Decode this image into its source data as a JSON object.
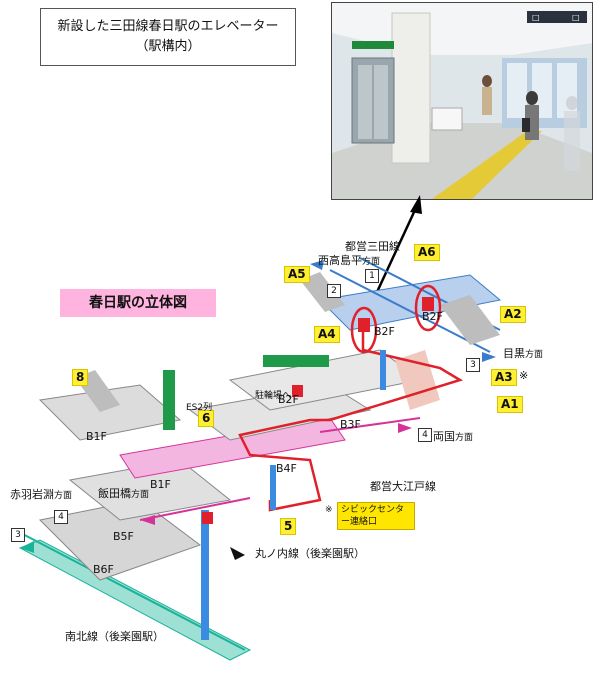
{
  "caption": {
    "line1": "新設した三田線春日駅のエレベーター",
    "line2": "（駅構内）"
  },
  "photo": {
    "sign_left": "□",
    "sign_right": "□"
  },
  "diagram": {
    "title": "春日駅の立体図",
    "lines": {
      "mita": "都営三田線",
      "oedo": "都営大江戸線",
      "marunouchi": "丸ノ内線（後楽園駅）",
      "namboku": "南北線（後楽園駅）"
    },
    "directions": {
      "nishitakashimadaira": "西高島平",
      "meguro": "目黒",
      "ryogoku": "両国",
      "iidabashi": "飯田橋",
      "akabaneiwabuchi": "赤羽岩淵",
      "suffix": "方面"
    },
    "exits": [
      "A6",
      "A5",
      "A4",
      "A2",
      "A3",
      "A1",
      "8",
      "6",
      "5"
    ],
    "exit_note": "※",
    "floors": [
      "B2F",
      "B2F",
      "B2F",
      "B1F",
      "B3F",
      "B4F",
      "B1F",
      "B5F",
      "B6F"
    ],
    "platform_numbers": [
      "1",
      "2",
      "3",
      "4",
      "4",
      "3"
    ],
    "bicycle": "駐輪場へ",
    "es2": "ES2列",
    "civic": "シビックセンター連絡口",
    "civic_note": "※",
    "colors": {
      "mita": "#3a7cc9",
      "oedo": "#d6339a",
      "namboku": "#19b39a",
      "route": "#e0202a",
      "elevator": "#e0202a"
    }
  }
}
